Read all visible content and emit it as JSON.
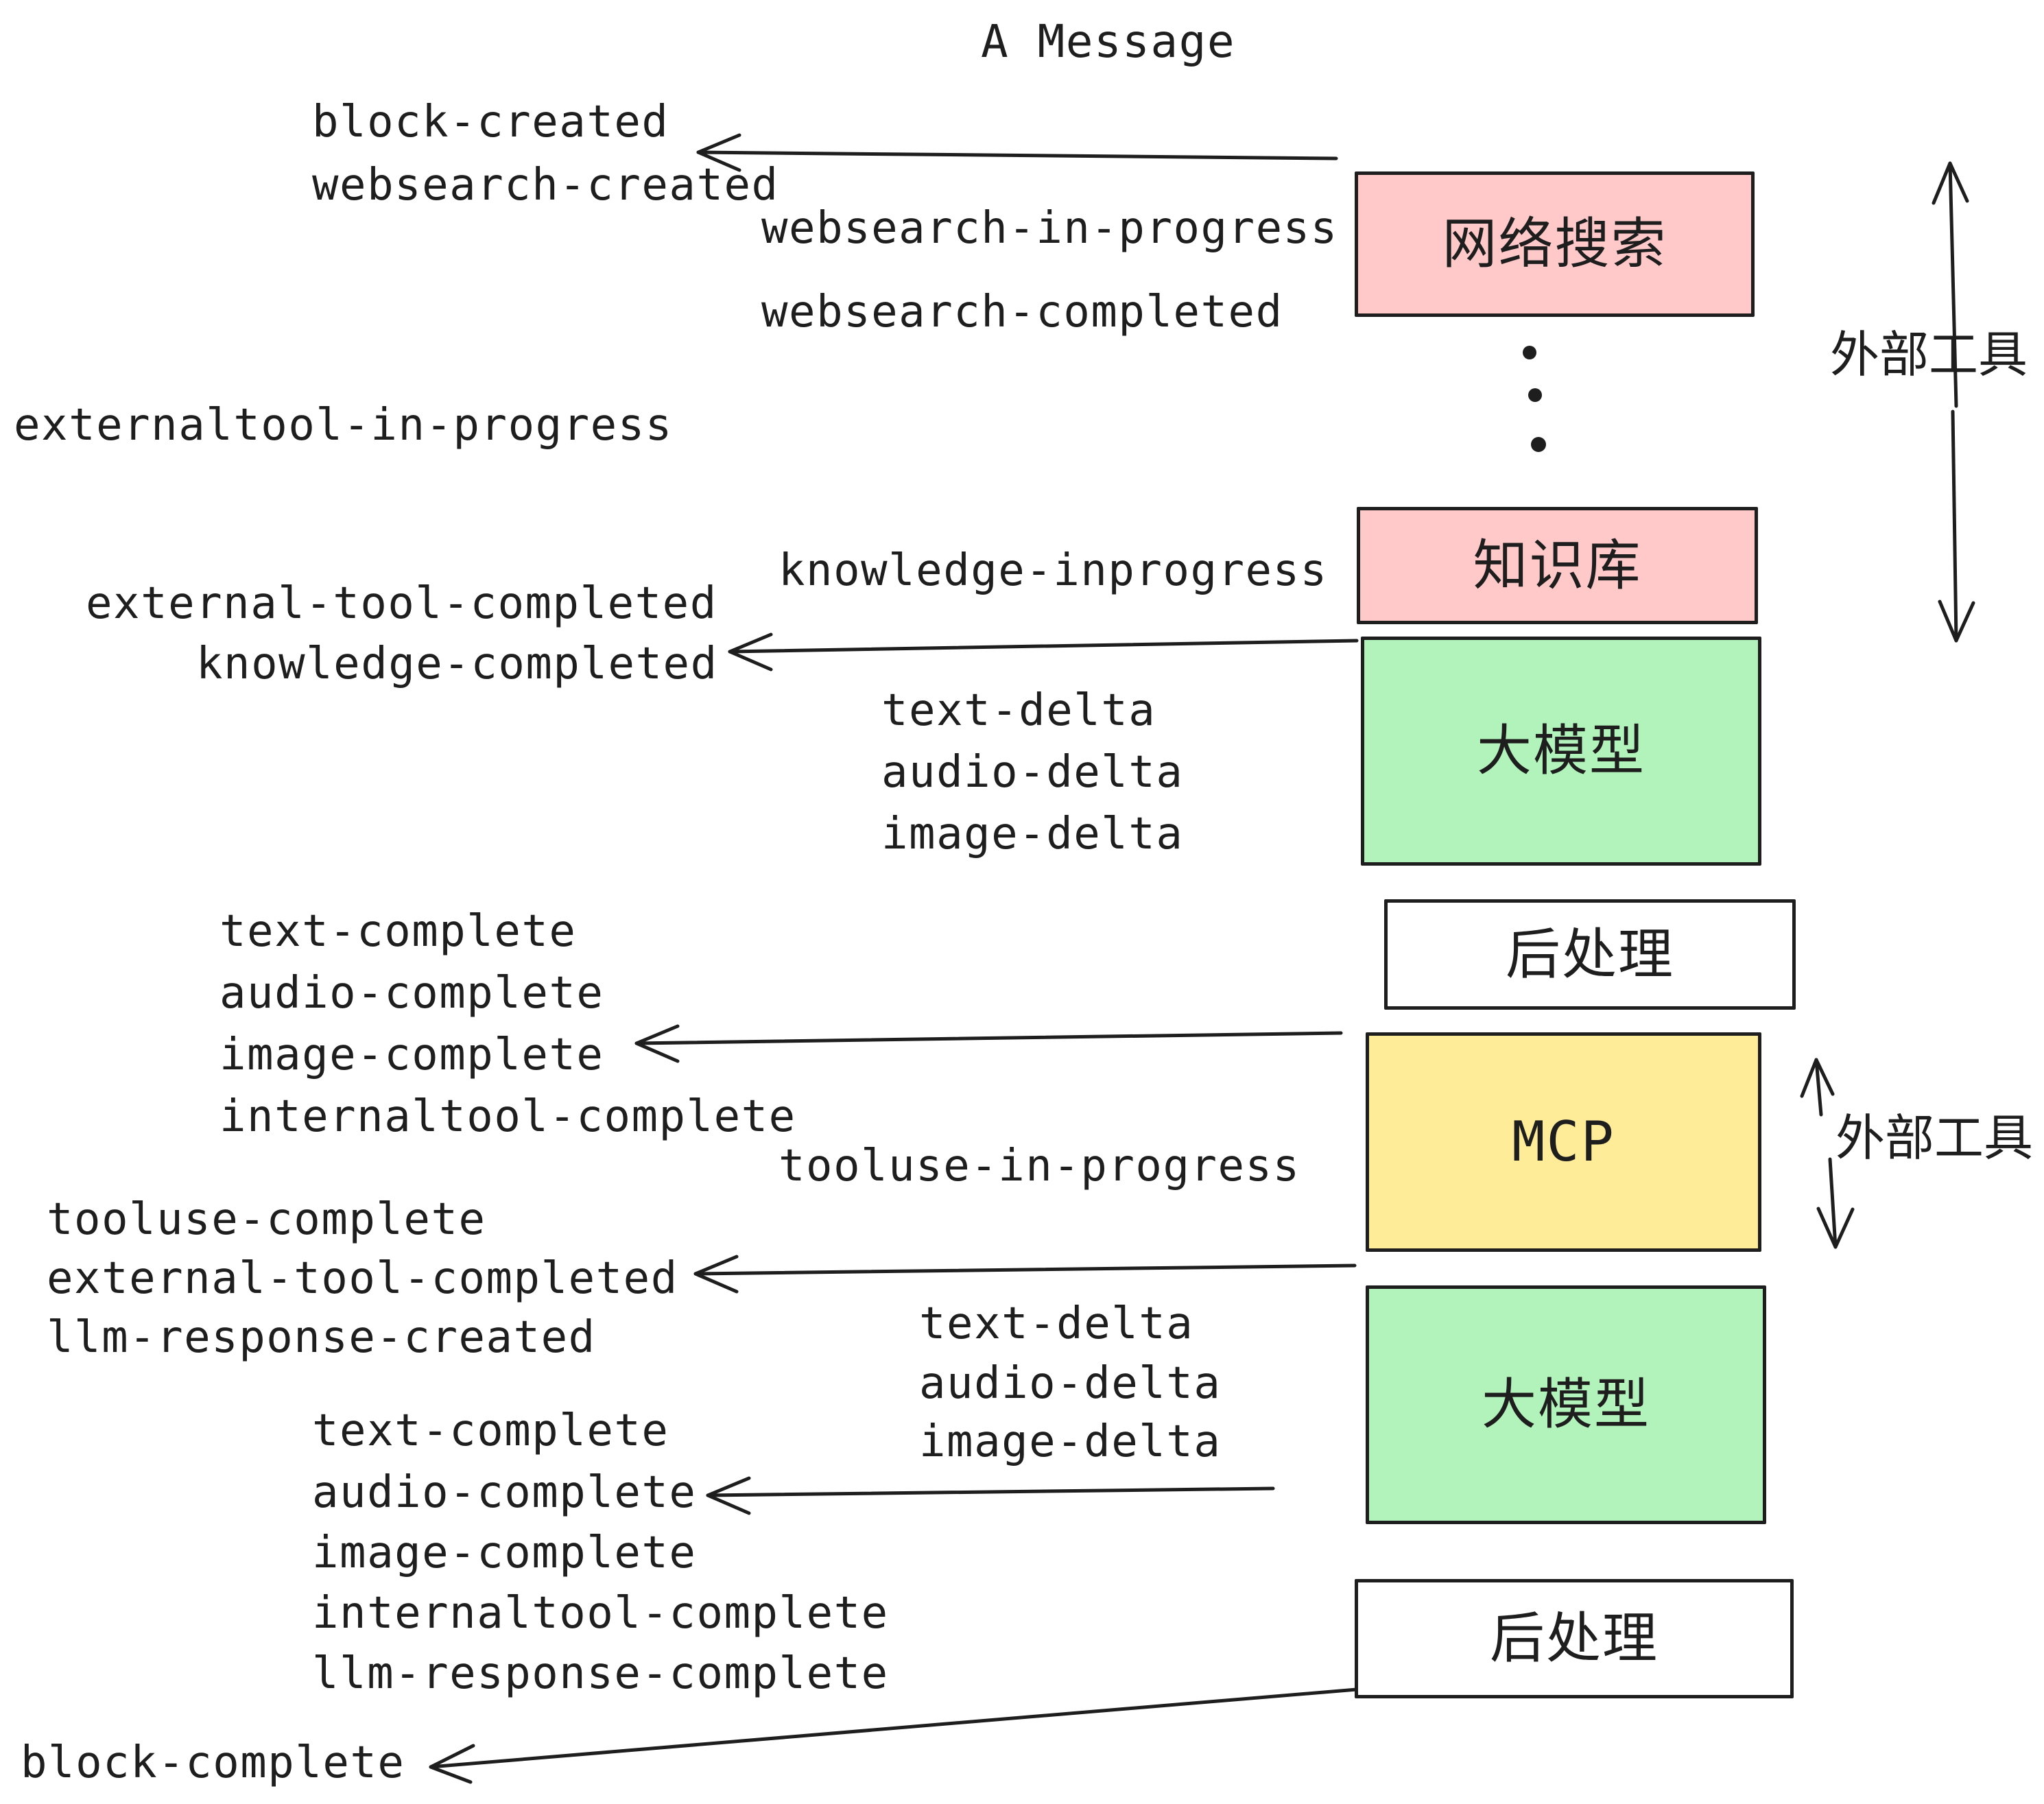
{
  "title": "A Message",
  "events": {
    "block_created": "block-created",
    "websearch_created": "websearch-created",
    "websearch_in_progress": "websearch-in-progress",
    "websearch_completed": "websearch-completed",
    "externaltool_in_progress": "externaltool-in-progress",
    "knowledge_inprogress": "knowledge-inprogress",
    "external_tool_completed_1": "external-tool-completed",
    "knowledge_completed": "knowledge-completed",
    "text_delta_1": "text-delta",
    "audio_delta_1": "audio-delta",
    "image_delta_1": "image-delta",
    "text_complete_1": "text-complete",
    "audio_complete_1": "audio-complete",
    "image_complete_1": "image-complete",
    "internaltool_complete_1": "internaltool-complete",
    "tooluse_in_progress": "tooluse-in-progress",
    "tooluse_complete": "tooluse-complete",
    "external_tool_completed_2": "external-tool-completed",
    "llm_response_created": "llm-response-created",
    "text_delta_2": "text-delta",
    "audio_delta_2": "audio-delta",
    "image_delta_2": "image-delta",
    "text_complete_2": "text-complete",
    "audio_complete_2": "audio-complete",
    "image_complete_2": "image-complete",
    "internaltool_complete_2": "internaltool-complete",
    "llm_response_complete": "llm-response-complete",
    "block_complete": "block-complete"
  },
  "boxes": [
    {
      "id": "websearch",
      "label": "网络搜索",
      "color": "#ffc9c9"
    },
    {
      "id": "knowledge",
      "label": "知识库",
      "color": "#ffc9c9"
    },
    {
      "id": "llm1",
      "label": "大模型",
      "color": "#b2f2bb"
    },
    {
      "id": "post1",
      "label": "后处理",
      "color": "#ffffff"
    },
    {
      "id": "mcp",
      "label": "MCP",
      "color": "#ffec99"
    },
    {
      "id": "llm2",
      "label": "大模型",
      "color": "#b2f2bb"
    },
    {
      "id": "post2",
      "label": "后处理",
      "color": "#ffffff"
    }
  ],
  "side_labels": [
    {
      "label": "外部工具"
    },
    {
      "label": "外部工具"
    }
  ],
  "colors": {
    "stroke": "#1e1e1e",
    "box_pink": "#ffc9c9",
    "box_green": "#b2f2bb",
    "box_yellow": "#ffec99",
    "box_white": "#ffffff"
  }
}
